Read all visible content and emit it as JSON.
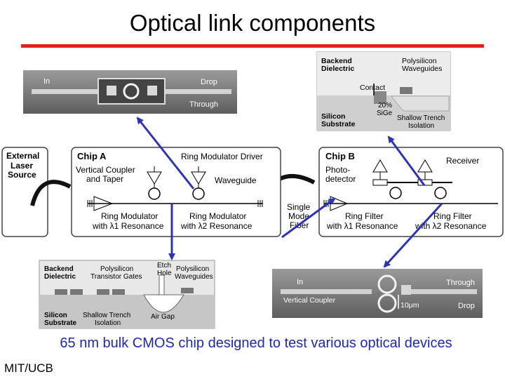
{
  "title": "Optical link components",
  "caption": "65 nm bulk CMOS chip designed to test various optical devices",
  "footer": "MIT/UCB",
  "colors": {
    "accent_red": "#e0201c",
    "arrow_blue": "#2d33b5",
    "caption_blue": "#1e2aa8"
  },
  "micrograph_top": {
    "in": "In",
    "drop": "Drop",
    "through": "Through"
  },
  "crosssection_top": {
    "backend_dielectric": [
      "Backend",
      "Dielectric"
    ],
    "polysilicon_waveguides": [
      "Polysilicon",
      "Waveguides"
    ],
    "contact": "Contact",
    "sige": [
      "20%",
      "SiGe"
    ],
    "silicon_substrate": [
      "Silicon",
      "Substrate"
    ],
    "shallow_trench_isolation": [
      "Shallow Trench",
      "Isolation"
    ]
  },
  "external_laser": [
    "External",
    "Laser",
    "Source"
  ],
  "chip_a": {
    "title": "Chip A",
    "driver": "Ring Modulator Driver",
    "coupler": [
      "Vertical Coupler",
      "and Taper"
    ],
    "waveguide": "Waveguide",
    "modulator1": [
      "Ring Modulator",
      "with λ1 Resonance"
    ],
    "modulator2": [
      "Ring Modulator",
      "with λ2 Resonance"
    ]
  },
  "fiber": [
    "Single",
    "Mode",
    "Fiber"
  ],
  "chip_b": {
    "title": "Chip B",
    "receiver": "Receiver",
    "photodetector": [
      "Photo-",
      "detector"
    ],
    "filter1": [
      "Ring Filter",
      "with λ1 Resonance"
    ],
    "filter2": [
      "Ring Filter",
      "with λ2 Resonance"
    ]
  },
  "crosssection_bottom": {
    "backend_dielectric": [
      "Backend",
      "Dielectric"
    ],
    "transistor_gates": [
      "Polysilicon",
      "Transistor Gates"
    ],
    "etch_hole": [
      "Etch",
      "Hole"
    ],
    "polysilicon_waveguides": [
      "Polysilicon",
      "Waveguides"
    ],
    "silicon_substrate": [
      "Silicon",
      "Substrate"
    ],
    "shallow_trench_isolation": [
      "Shallow Trench",
      "Isolation"
    ],
    "air_gap": "Air Gap"
  },
  "micrograph_bottom": {
    "in": "In",
    "through": "Through",
    "vertical_coupler": "Vertical Coupler",
    "scale": "10μm",
    "drop": "Drop"
  }
}
